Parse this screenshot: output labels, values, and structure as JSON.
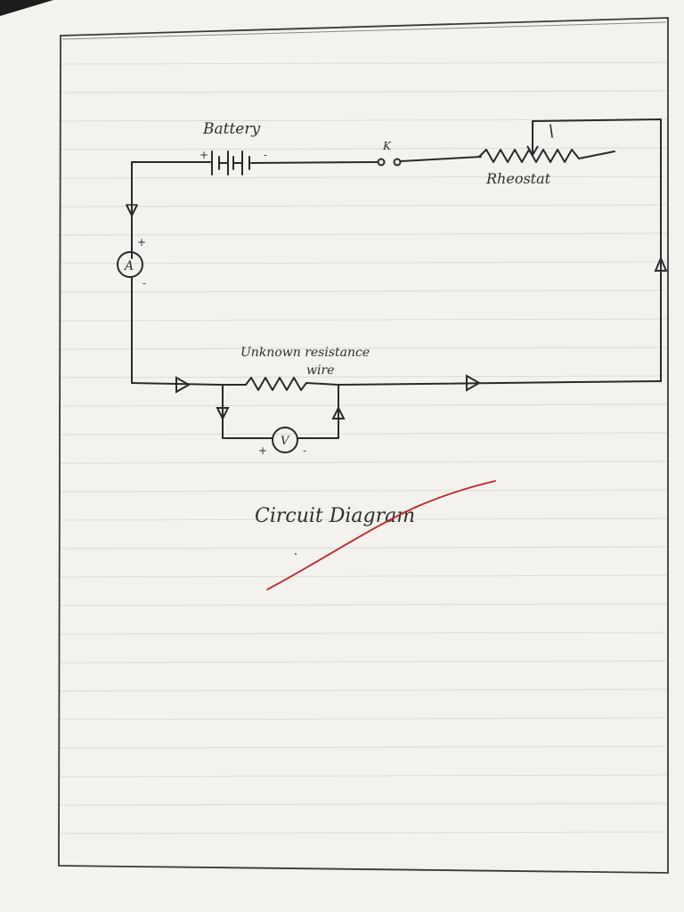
{
  "diagram": {
    "title": "Circuit Diagram",
    "labels": {
      "battery": "Battery",
      "key": "K",
      "rheostat": "Rheostat",
      "ammeter": "A",
      "voltmeter": "V",
      "resistance_line1": "Unknown resistance",
      "resistance_line2": "wire",
      "ammeter_plus": "+",
      "ammeter_minus": "-",
      "battery_plus": "+",
      "battery_minus": "-",
      "voltmeter_plus": "+",
      "voltmeter_minus": "-"
    },
    "colors": {
      "ink": "#2a2a2a",
      "margin_red": "#c0262a",
      "paper": "#f3f2ef"
    }
  }
}
